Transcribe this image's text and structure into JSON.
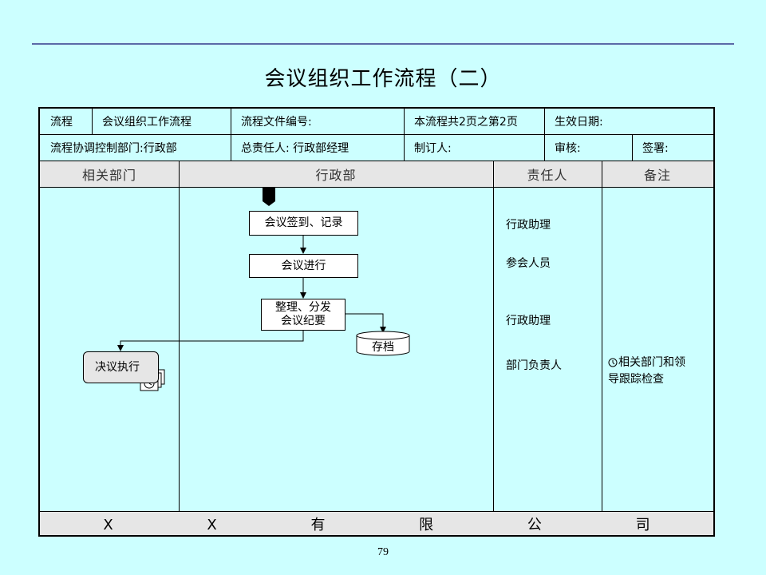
{
  "title": "会议组织工作流程（二）",
  "header": {
    "row1": {
      "process_label": "流程",
      "process_name": "会议组织工作流程",
      "doc_number_label": "流程文件编号:",
      "page_info": "本流程共2页之第2页",
      "effective_date_label": "生效日期:"
    },
    "row2": {
      "coord_dept": "流程协调控制部门:行政部",
      "owner": "总责任人: 行政部经理",
      "author_label": "制订人:",
      "review_label": "审核:",
      "sign_label": "签署:"
    }
  },
  "lanes": [
    "相关部门",
    "行政部",
    "责任人",
    "备注"
  ],
  "flow": {
    "step1": "会议签到、记录",
    "step2": "会议进行",
    "step3_line1": "整理、分发",
    "step3_line2": "会议纪要",
    "archive": "存档",
    "execute": "决议执行"
  },
  "responsible": [
    "行政助理",
    "参会人员",
    "行政助理",
    "部门负责人"
  ],
  "note": {
    "line1": "相关部门和领",
    "line2": "导跟踪检查"
  },
  "icons": [
    "flow-start-marker-icon",
    "clock-icon",
    "document-stack-icon"
  ],
  "footer": "X X 有 限 公 司",
  "page_number": "79"
}
